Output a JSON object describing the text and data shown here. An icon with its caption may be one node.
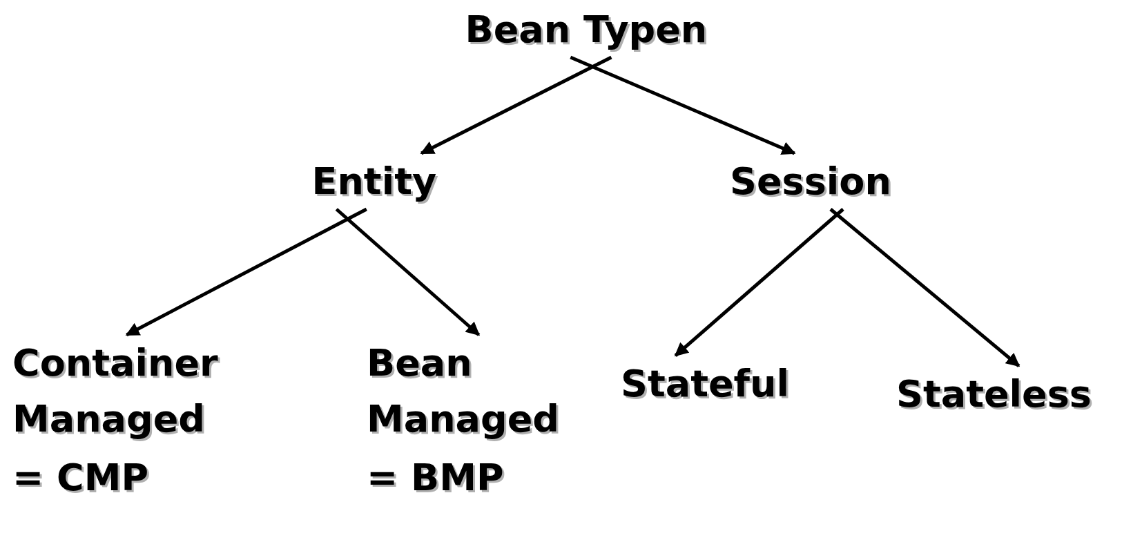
{
  "diagram": {
    "nodes": [
      {
        "text": [
          "Bean Typen"
        ]
      },
      {
        "text": [
          "Entity"
        ]
      },
      {
        "text": [
          "Session"
        ]
      },
      {
        "text": [
          "Container Managed"
        ],
        "beside": [
          "= CMP"
        ]
      },
      {
        "text": [
          "Bean Managed"
        ],
        "beside": [
          "= BMP"
        ]
      },
      {
        "text": [
          "Stateful"
        ]
      },
      {
        "text": [
          "Stateless"
        ]
      }
    ],
    "edges": [
      {
        "from": 0,
        "to": 1,
        "arrow": "to"
      },
      {
        "from": 0,
        "to": 2,
        "arrow": "to"
      },
      {
        "from": 1,
        "to": 3,
        "arrow": "to"
      },
      {
        "from": 1,
        "to": 4,
        "arrow": "to"
      },
      {
        "from": 2,
        "to": 5,
        "arrow": "to"
      },
      {
        "from": 2,
        "to": 6,
        "arrow": "to"
      }
    ]
  }
}
